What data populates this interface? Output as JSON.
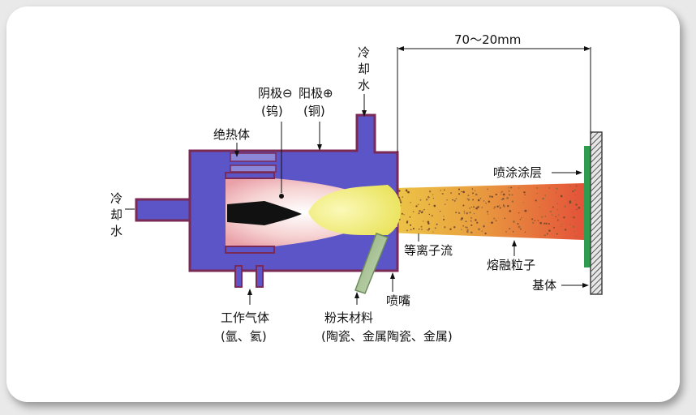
{
  "labels": {
    "distance": "70～20mm",
    "cooling_water_top_1": "冷",
    "cooling_water_top_2": "却",
    "cooling_water_top_3": "水",
    "cathode": "阴极⊖",
    "cathode_material": "(钨)",
    "anode": "阳极⊕",
    "anode_material": "(铜)",
    "insulator": "绝热体",
    "cooling_water_left_1": "冷",
    "cooling_water_left_2": "却",
    "cooling_water_left_3": "水",
    "spray_coating": "喷涂涂层",
    "plasma_flow": "等离子流",
    "molten_particles": "熔融粒子",
    "substrate": "基体",
    "nozzle": "喷嘴",
    "working_gas": "工作气体",
    "working_gas_types": "(氩、氦)",
    "powder_material": "粉末材料",
    "powder_types": "(陶瓷、金属陶瓷、金属)"
  },
  "colors": {
    "torch_body": "#5b55c8",
    "torch_outline": "#7a2a55",
    "plasma_core": "#f3ef6e",
    "jet_start": "#e6c83c",
    "jet_end": "#e8553a",
    "substrate_hatch": "#4a4a4a",
    "coating": "#2f9b4f"
  }
}
